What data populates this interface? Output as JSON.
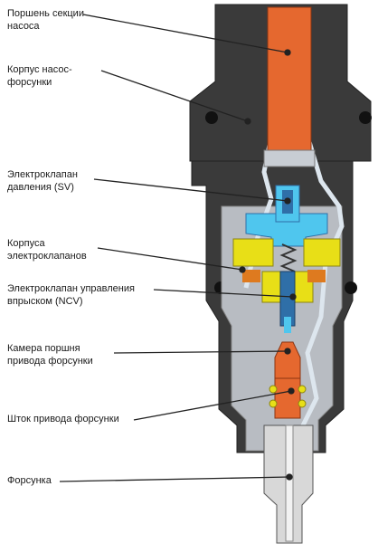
{
  "labels": [
    {
      "text": "Поршень секции\nнасоса"
    },
    {
      "text": "Корпус насос-\nфорсунки"
    },
    {
      "text": "Электроклапан\nдавления (SV)"
    },
    {
      "text": "Корпуса\nэлектроклапанов"
    },
    {
      "text": "Электроклапан управления\nвпрыском (NCV)"
    },
    {
      "text": "Камера поршня\nпривода форсунки"
    },
    {
      "text": "Шток привода форсунки"
    },
    {
      "text": "Форсунка"
    }
  ],
  "colors": {
    "housing": "#3a3a3a",
    "housing_light": "#6e6e6e",
    "chamber": "#b8bcc2",
    "piston": "#e5682f",
    "piston_shadow": "#8a3412",
    "valve_blue": "#4fc6ee",
    "valve_dark_blue": "#2f6fa8",
    "coil_yellow": "#e8df17",
    "coil_orange": "#de7a1f",
    "needle": "#d8d8d8",
    "channel": "#dde6ee"
  }
}
